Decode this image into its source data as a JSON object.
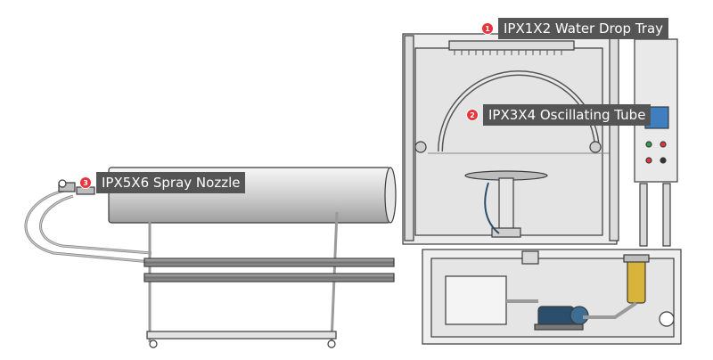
{
  "colors": {
    "badge": "#e8343b",
    "label_bg": "#555555",
    "label_text": "#ffffff",
    "metal": "#d9d9d9",
    "outline": "#3a3a3a",
    "screen": "#3f7fbf",
    "filter": "#d8b43a",
    "pump": "#2a4e6b"
  },
  "callouts": [
    {
      "number": "1",
      "label": "IPX1X2 Water Drop Tray"
    },
    {
      "number": "2",
      "label": "IPX3X4 Oscillating Tube"
    },
    {
      "number": "3",
      "label": "IPX5X6 Spray Nozzle"
    }
  ],
  "icons": {
    "control_panel": "control-panel-icon",
    "pump": "pump-icon",
    "filter": "filter-icon"
  }
}
